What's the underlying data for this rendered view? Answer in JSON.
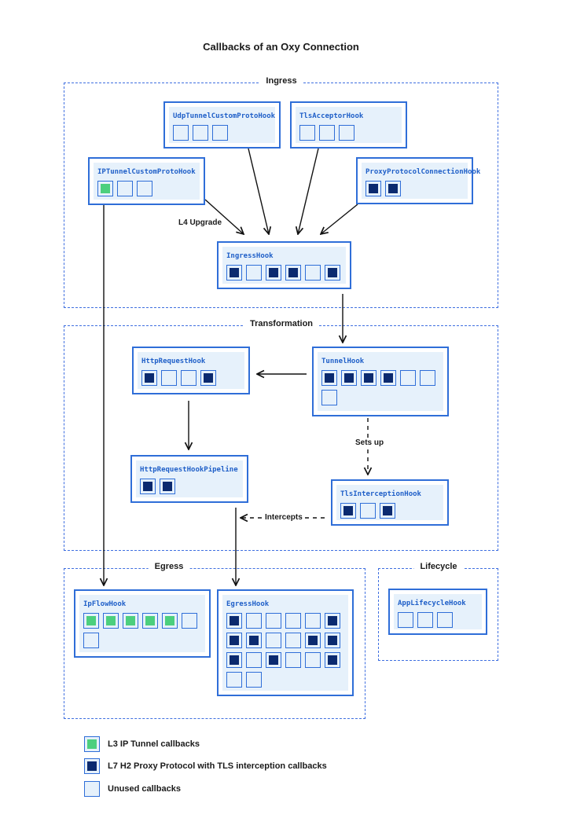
{
  "title": "Callbacks of an Oxy Connection",
  "colors": {
    "accent": "#2f6ed8",
    "l7": "#0b2a6f",
    "l3": "#4ccf7e",
    "unused": "#e6f1fb"
  },
  "groups": {
    "ingress": "Ingress",
    "transformation": "Transformation",
    "egress": "Egress",
    "lifecycle": "Lifecycle"
  },
  "hooks": {
    "udp_tunnel": {
      "name": "UdpTunnelCustomProtoHook",
      "callbacks": [
        "u",
        "u",
        "u"
      ]
    },
    "tls_acceptor": {
      "name": "TlsAcceptorHook",
      "callbacks": [
        "u",
        "u",
        "u"
      ]
    },
    "ip_tunnel": {
      "name": "IPTunnelCustomProtoHook",
      "callbacks": [
        "l3",
        "u",
        "u"
      ]
    },
    "proxy_protocol": {
      "name": "ProxyProtocolConnectionHook",
      "callbacks": [
        "l7",
        "l7"
      ]
    },
    "ingress": {
      "name": "IngressHook",
      "callbacks": [
        "l7",
        "u",
        "l7",
        "l7",
        "u",
        "l7"
      ]
    },
    "http_request": {
      "name": "HttpRequestHook",
      "callbacks": [
        "l7",
        "u",
        "u",
        "l7"
      ]
    },
    "tunnel": {
      "name": "TunnelHook",
      "callbacks": [
        "l7",
        "l7",
        "l7",
        "l7",
        "u",
        "u",
        "u"
      ]
    },
    "http_pipeline": {
      "name": "HttpRequestHookPipeline",
      "callbacks": [
        "l7",
        "l7"
      ]
    },
    "tls_interception": {
      "name": "TlsInterceptionHook",
      "callbacks": [
        "l7",
        "u",
        "l7"
      ]
    },
    "ip_flow": {
      "name": "IpFlowHook",
      "callbacks": [
        "l3",
        "l3",
        "l3",
        "l3",
        "l3",
        "u",
        "u"
      ]
    },
    "egress": {
      "name": "EgressHook",
      "callbacks": [
        "l7",
        "u",
        "u",
        "u",
        "u",
        "l7",
        "l7",
        "l7",
        "u",
        "u",
        "l7",
        "l7",
        "l7",
        "u",
        "l7",
        "u",
        "u",
        "l7",
        "u",
        "u"
      ]
    },
    "app_lifecycle": {
      "name": "AppLifecycleHook",
      "callbacks": [
        "u",
        "u",
        "u"
      ]
    }
  },
  "edge_labels": {
    "l4_upgrade": "L4 Upgrade",
    "sets_up": "Sets up",
    "intercepts": "Intercepts"
  },
  "legend": [
    {
      "type": "l3",
      "label": "L3 IP Tunnel callbacks"
    },
    {
      "type": "l7",
      "label": "L7 H2 Proxy Protocol with TLS interception callbacks"
    },
    {
      "type": "u",
      "label": "Unused callbacks"
    }
  ]
}
